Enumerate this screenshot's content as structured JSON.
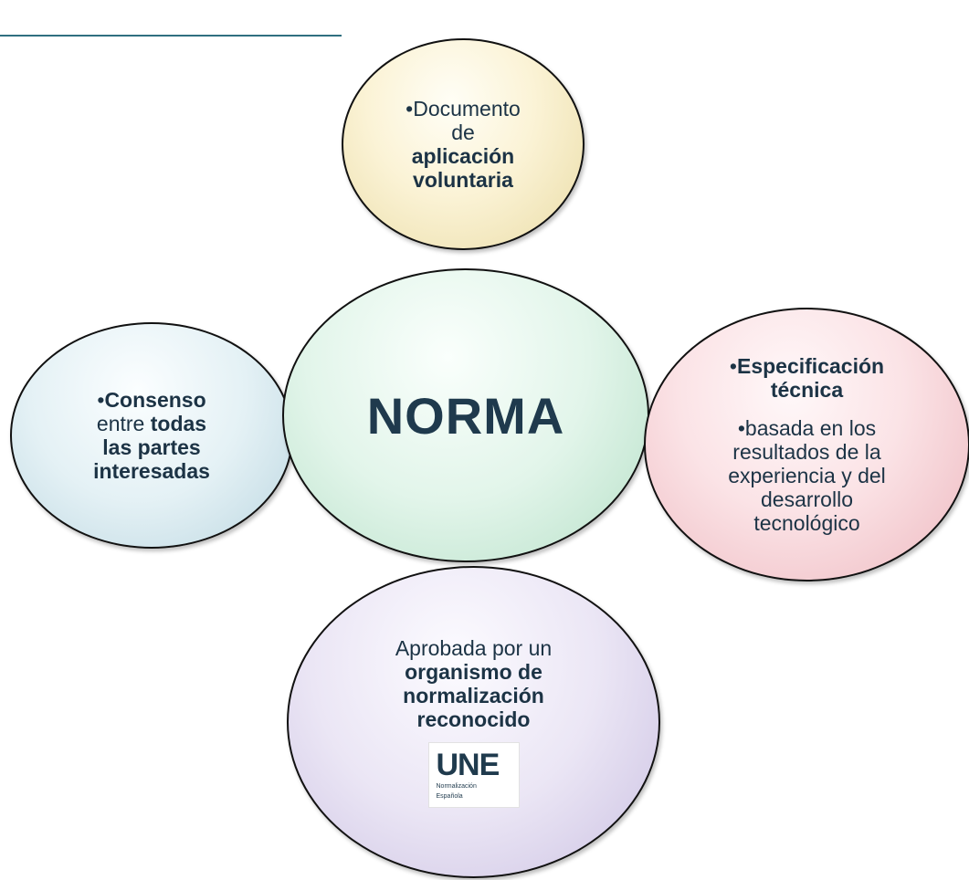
{
  "center": {
    "title": "NORMA"
  },
  "top": {
    "line1": "•Documento",
    "line2": "de",
    "bold1": "aplicación",
    "bold2": "voluntaria"
  },
  "left": {
    "bold1": "Consenso",
    "prefix_bullet": "•",
    "plain1": "entre ",
    "bold2": "todas",
    "bold3": "las partes",
    "bold4": "interesadas"
  },
  "right": {
    "heading_bullet": "•",
    "heading1": "Especificación",
    "heading2": "técnica",
    "body1": "•basada en los",
    "body2": "resultados de la",
    "body3": "experiencia y del",
    "body4": "desarrollo",
    "body5": "tecnológico"
  },
  "bottom": {
    "plain1": "Aprobada por un",
    "bold1": "organismo de",
    "bold2": "normalización",
    "bold3": "reconocido",
    "logo": {
      "mark": "UNE",
      "sub1": "Normalización",
      "sub2": "Española"
    }
  },
  "colors": {
    "top": "#f6edc4",
    "left": "#d4e8ef",
    "center": "#d2efde",
    "right": "#f6d0d5",
    "bottom": "#ddd6ee",
    "text": "#1c3345"
  }
}
